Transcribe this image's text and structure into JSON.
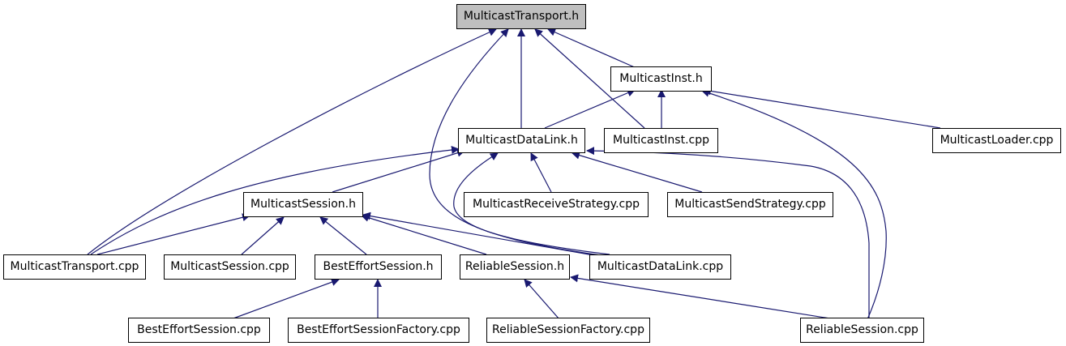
{
  "colors": {
    "edge": "#191970",
    "node_border": "#000000",
    "root_fill": "#bfbfbf",
    "node_fill": "#ffffff"
  },
  "nodes": {
    "multicast_transport_h": "MulticastTransport.h",
    "multicast_inst_h": "MulticastInst.h",
    "multicast_datalink_h": "MulticastDataLink.h",
    "multicast_inst_cpp": "MulticastInst.cpp",
    "multicast_loader_cpp": "MulticastLoader.cpp",
    "multicast_session_h": "MulticastSession.h",
    "multicast_receive_strategy_cpp": "MulticastReceiveStrategy.cpp",
    "multicast_send_strategy_cpp": "MulticastSendStrategy.cpp",
    "multicast_transport_cpp": "MulticastTransport.cpp",
    "multicast_session_cpp": "MulticastSession.cpp",
    "best_effort_session_h": "BestEffortSession.h",
    "reliable_session_h": "ReliableSession.h",
    "multicast_datalink_cpp": "MulticastDataLink.cpp",
    "best_effort_session_cpp": "BestEffortSession.cpp",
    "best_effort_session_factory_cpp": "BestEffortSessionFactory.cpp",
    "reliable_session_factory_cpp": "ReliableSessionFactory.cpp",
    "reliable_session_cpp": "ReliableSession.cpp"
  }
}
